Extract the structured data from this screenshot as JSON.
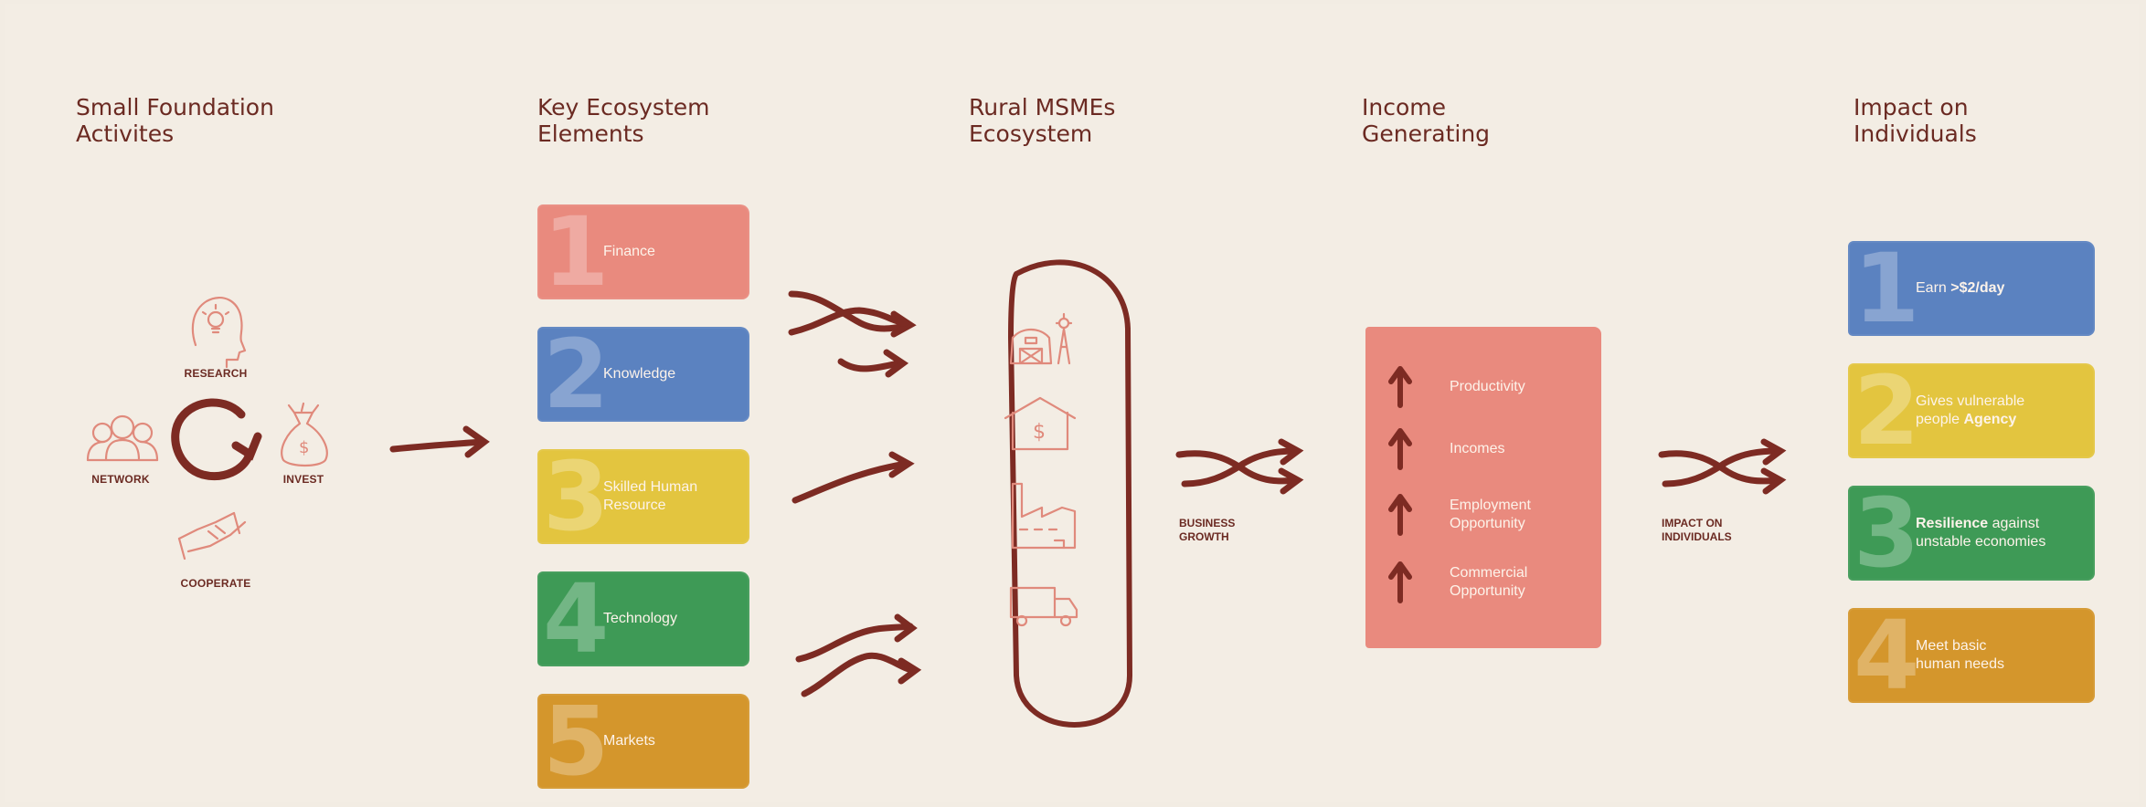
{
  "columns": {
    "activities_title": "Small Foundation\nActivites",
    "elements_title": "Key Ecosystem\nElements",
    "msme_title": "Rural MSMEs\nEcosystem",
    "income_title": "Income\nGenerating",
    "impact_title": "Impact on\nIndividuals"
  },
  "activities": {
    "research": "RESEARCH",
    "network": "NETWORK",
    "invest": "INVEST",
    "cooperate": "COOPERATE"
  },
  "elements": [
    {
      "num": "1",
      "label": "Finance",
      "color": "#e98a7e"
    },
    {
      "num": "2",
      "label": "Knowledge",
      "color": "#5b82c0"
    },
    {
      "num": "3",
      "label": "Skilled Human\nResource",
      "color": "#e3c53f"
    },
    {
      "num": "4",
      "label": "Technology",
      "color": "#3e9a56"
    },
    {
      "num": "5",
      "label": "Markets",
      "color": "#d4962c"
    }
  ],
  "msme_icons": [
    "barn-icon",
    "house-dollar-icon",
    "factory-icon",
    "truck-icon"
  ],
  "flows": {
    "business_growth": "BUSINESS\nGROWTH",
    "impact_on_individuals": "IMPACT ON\nINDIVIDUALS"
  },
  "income": [
    {
      "label": "Productivity"
    },
    {
      "label": "Incomes"
    },
    {
      "label": "Employment\nOpportunity"
    },
    {
      "label": "Commercial\nOpportunity"
    }
  ],
  "impacts": [
    {
      "num": "1",
      "pre": "Earn ",
      "bold": ">$2/day",
      "post": "",
      "color": "#5b82c0"
    },
    {
      "num": "2",
      "pre": "Gives vulnerable\npeople ",
      "bold": "Agency",
      "post": "",
      "color": "#e3c53f"
    },
    {
      "num": "3",
      "pre": "",
      "bold": "Resilience",
      "post": " against\nunstable economies",
      "color": "#3e9a56"
    },
    {
      "num": "4",
      "pre": "Meet basic\nhuman needs",
      "bold": "",
      "post": "",
      "color": "#d4962c"
    }
  ],
  "colors": {
    "background": "#f3ede4",
    "ink": "#6b2a22",
    "line_art": "#e08a7c"
  }
}
